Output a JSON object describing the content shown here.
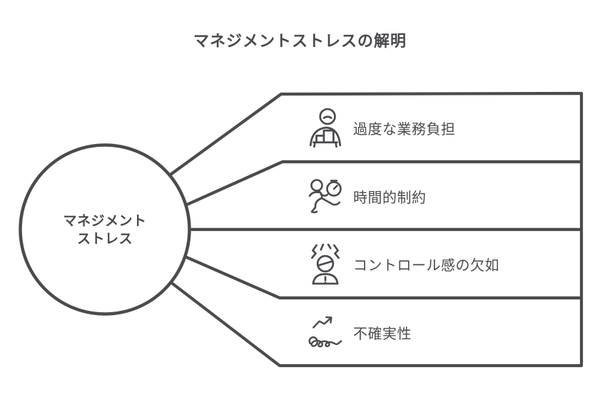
{
  "title": "マネジメントストレスの解明",
  "center": {
    "line1": "マネジメント",
    "line2": "ストレス"
  },
  "branches": [
    {
      "icon": "overworked-person-icon",
      "label": "過度な業務負担"
    },
    {
      "icon": "running-person-stopwatch-icon",
      "label": "時間的制約"
    },
    {
      "icon": "stressed-person-icon",
      "label": "コントロール感の欠如"
    },
    {
      "icon": "tangled-line-arrow-icon",
      "label": "不確実性"
    }
  ],
  "colors": {
    "stroke": "#4a4b4f",
    "text": "#48494d",
    "shape_fill": "#ffffff",
    "background": "#ffffff"
  }
}
